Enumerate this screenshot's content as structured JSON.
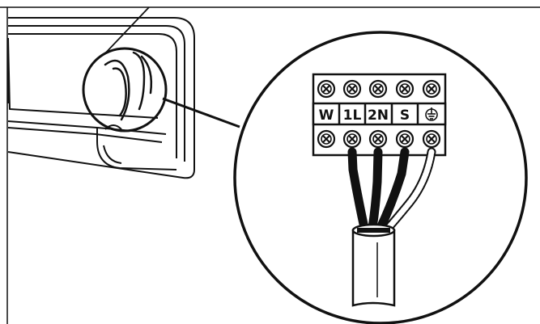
{
  "colors": {
    "line": "#111111",
    "background": "#ffffff",
    "cable": "#111111",
    "earth_stripe": "#ffffff"
  },
  "terminal_block": {
    "labels": [
      "W",
      "1L",
      "2N",
      "S"
    ],
    "earth_symbol": "earth-ground-icon",
    "screw_icon": "screw-terminal-icon"
  }
}
